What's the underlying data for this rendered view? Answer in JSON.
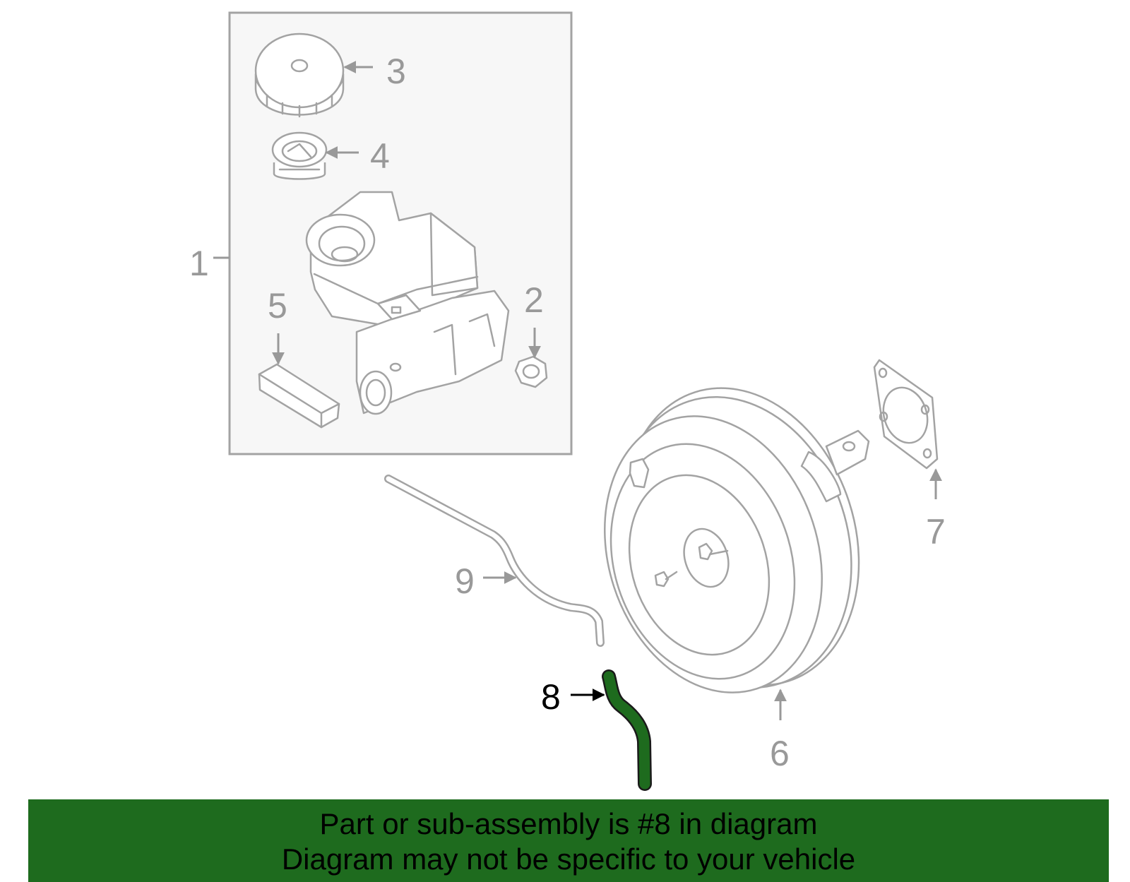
{
  "diagram": {
    "callouts": {
      "c1": "1",
      "c2": "2",
      "c3": "3",
      "c4": "4",
      "c5": "5",
      "c6": "6",
      "c7": "7",
      "c8": "8",
      "c9": "9"
    },
    "highlighted_part": "8"
  },
  "banner": {
    "line1": "Part or sub-assembly is #8 in diagram",
    "line2": "Diagram may not be specific to your vehicle"
  },
  "colors": {
    "highlight": "#1e6b1e",
    "banner_bg": "#1e6b1e",
    "line_art": "#a3a3a3",
    "callout_text": "#999999",
    "inset_bg": "#f7f7f7"
  }
}
